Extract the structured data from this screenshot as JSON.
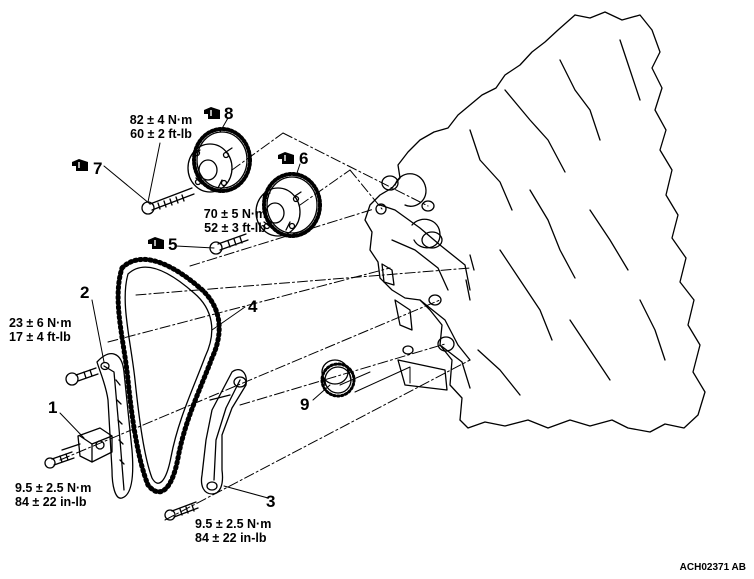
{
  "parts": [
    {
      "number": "1"
    },
    {
      "number": "2"
    },
    {
      "number": "3"
    },
    {
      "number": "4"
    },
    {
      "number": "5"
    },
    {
      "number": "6"
    },
    {
      "number": "7"
    },
    {
      "number": "8"
    },
    {
      "number": "9"
    }
  ],
  "torque": {
    "t8_nm": "82 ± 4 N·m",
    "t8_ftlb": "60 ± 2 ft-lb",
    "t5_nm": "70 ± 5 N·m",
    "t5_ftlb": "52 ± 3 ft-lb",
    "t2_nm": "23 ± 6 N·m",
    "t2_ftlb": "17 ± 4 ft-lb",
    "t1_nm": "9.5 ± 2.5 N·m",
    "t1_inlb": "84 ± 22 in-lb",
    "t3_nm": "9.5 ± 2.5 N·m",
    "t3_inlb": "84 ± 22 in-lb"
  },
  "icons": [
    "oil-can-icon"
  ],
  "reference_code": "ACH02371 AB"
}
